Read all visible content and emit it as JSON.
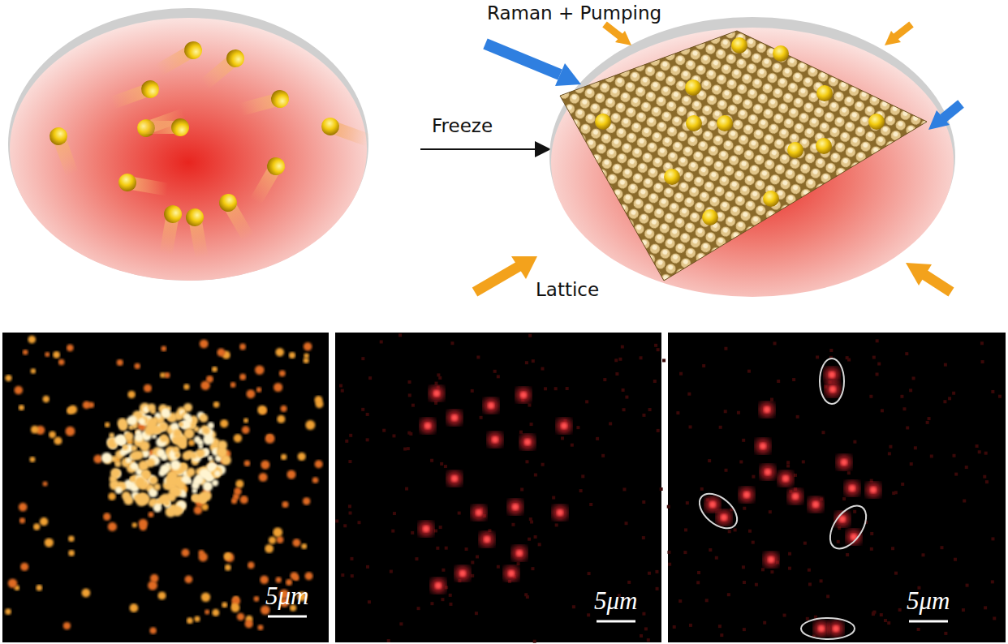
{
  "diagram": {
    "labels": [
      "Raman + Pumping",
      "Freeze",
      "Lattice",
      "5μm",
      "5μm",
      "5μm"
    ]
  }
}
